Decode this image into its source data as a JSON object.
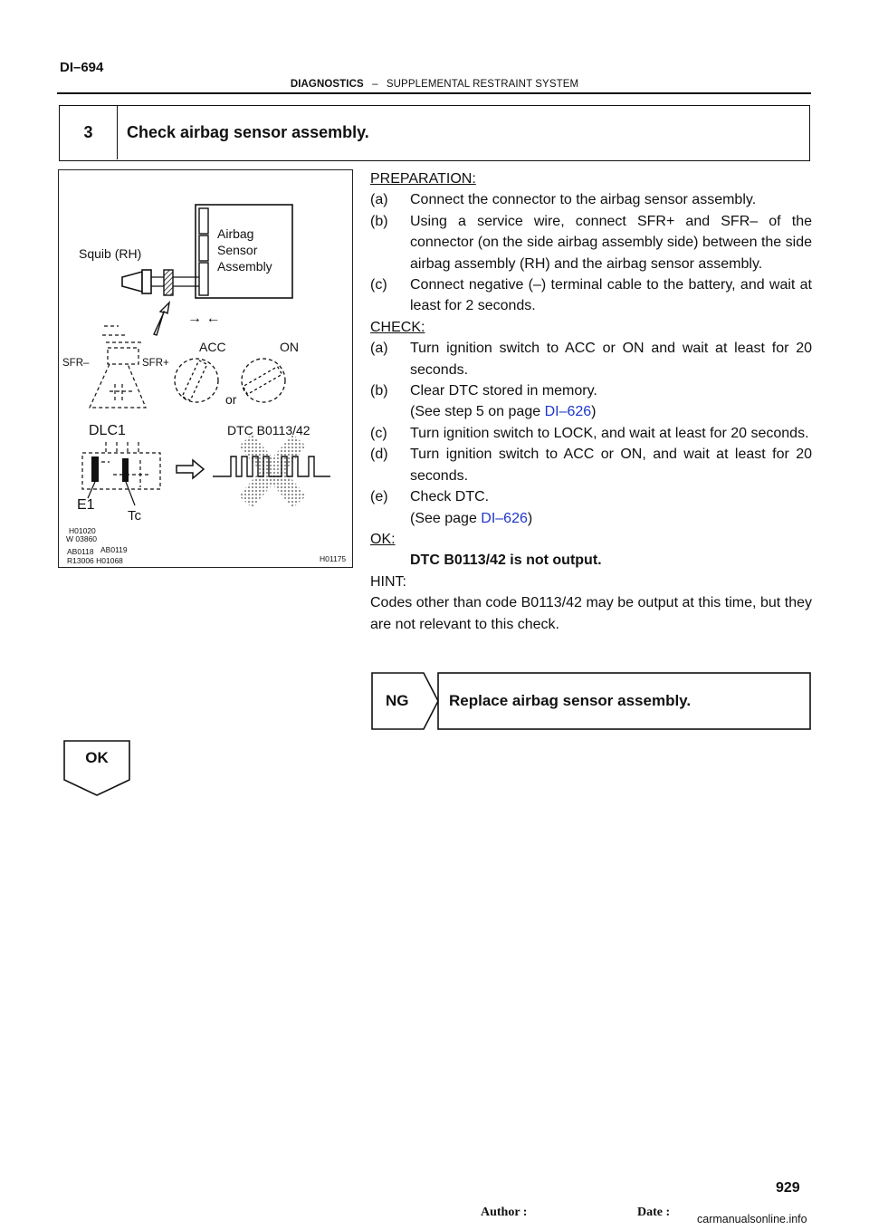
{
  "header": {
    "page_code": "DI–694",
    "section": "DIAGNOSTICS",
    "separator": "–",
    "subsection": "SUPPLEMENTAL RESTRAINT SYSTEM"
  },
  "step": {
    "number": "3",
    "title": "Check airbag sensor assembly."
  },
  "figure": {
    "squib_label": "Squib (RH)",
    "sensor_label_1": "Airbag",
    "sensor_label_2": "Sensor",
    "sensor_label_3": "Assembly",
    "arrows": "→ ←",
    "sfr_minus": "SFR–",
    "sfr_plus": "SFR+",
    "acc": "ACC",
    "on": "ON",
    "or": "or",
    "dlc": "DLC1",
    "dtc": "DTC B0113/42",
    "e1": "E1",
    "tc": "Tc",
    "codes_1": "H01020",
    "codes_2": "W 03860",
    "codes_3a": "AB0118",
    "codes_3b": "AB0119",
    "codes_4": "R13006  H01068",
    "fig_id": "H01175"
  },
  "content": {
    "preparation_heading": "PREPARATION:",
    "prep": [
      {
        "label": "(a)",
        "text": "Connect the connector to the airbag sensor assembly."
      },
      {
        "label": "(b)",
        "text": "Using a service wire, connect SFR+ and SFR– of the connector (on the side airbag assembly side) between the side airbag assembly (RH) and the airbag sensor assembly."
      },
      {
        "label": "(c)",
        "text": "Connect negative (–) terminal cable to the battery, and wait at least for 2 seconds."
      }
    ],
    "check_heading": "CHECK:",
    "check": [
      {
        "label": "(a)",
        "text": "Turn ignition switch to ACC or ON and wait at least for 20 seconds."
      },
      {
        "label": "(b)",
        "text": "Clear DTC stored in memory."
      },
      {
        "label": "(c)",
        "text": "Turn ignition switch to LOCK, and wait at least for 20 seconds."
      },
      {
        "label": "(d)",
        "text": "Turn ignition switch to ACC or ON, and wait at least for 20 seconds."
      },
      {
        "label": "(e)",
        "text": "Check DTC."
      }
    ],
    "ref_b_prefix": "(See step 5 on page ",
    "ref_b_link": "DI–626",
    "ref_b_suffix": ")",
    "ref_e_prefix": "(See page ",
    "ref_e_link": "DI–626",
    "ref_e_suffix": ")",
    "ok_heading": "OK:",
    "ok_text": "DTC B0113/42 is not output.",
    "hint_heading": "HINT:",
    "hint_text": "Codes other than code B0113/42 may be output at this time, but they are not relevant to this check."
  },
  "ng": {
    "label": "NG",
    "action": "Replace airbag sensor assembly."
  },
  "ok": {
    "label": "OK"
  },
  "footer": {
    "author": "Author :",
    "date": "Date :",
    "page": "929",
    "watermark": "carmanualsonline.info"
  }
}
